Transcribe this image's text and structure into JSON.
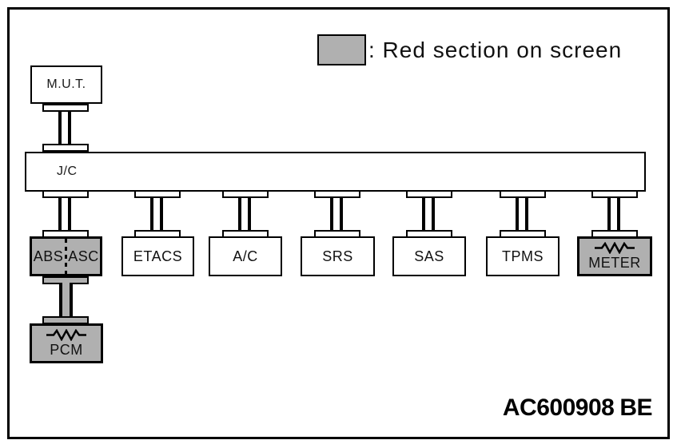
{
  "legend": {
    "swatch_color": "#b0b0b0",
    "label": ": Red section on screen"
  },
  "tester": {
    "label": "M.U.T."
  },
  "junction": {
    "label": "J/C"
  },
  "ecus": [
    {
      "label_left": "ABS",
      "label_right": "ASC",
      "highlighted": true
    },
    {
      "label": "ETACS",
      "highlighted": false
    },
    {
      "label": "A/C",
      "highlighted": false
    },
    {
      "label": "SRS",
      "highlighted": false
    },
    {
      "label": "SAS",
      "highlighted": false
    },
    {
      "label": "TPMS",
      "highlighted": false
    },
    {
      "label": "METER",
      "highlighted": true
    }
  ],
  "pcm": {
    "label": "PCM",
    "highlighted": true
  },
  "figure_code": {
    "code": "AC600908",
    "suffix": "BE"
  },
  "colors": {
    "highlight_gray": "#b0b0b0",
    "line_black": "#000000",
    "background": "#ffffff"
  }
}
